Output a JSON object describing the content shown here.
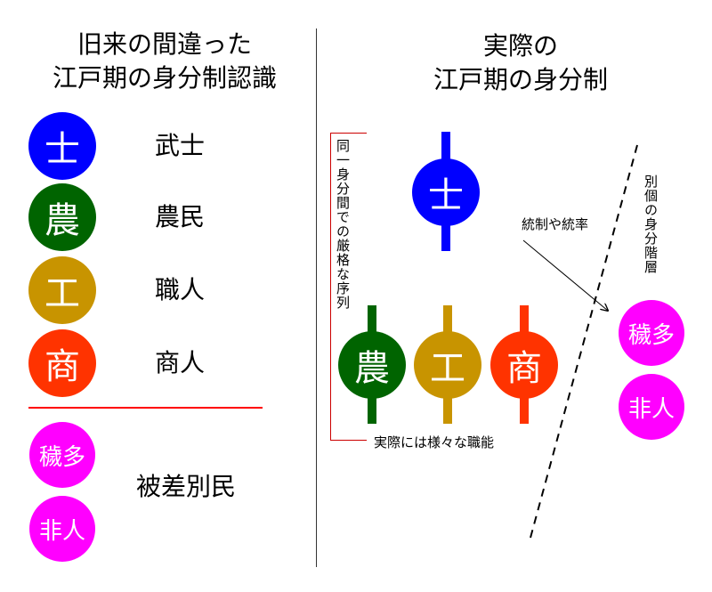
{
  "left": {
    "title_line1": "旧来の間違った",
    "title_line2": "江戸期の身分制認識",
    "classes": [
      {
        "symbol": "士",
        "label": "武士",
        "color": "#0000ff"
      },
      {
        "symbol": "農",
        "label": "農民",
        "color": "#006400"
      },
      {
        "symbol": "工",
        "label": "職人",
        "color": "#c89400"
      },
      {
        "symbol": "商",
        "label": "商人",
        "color": "#ff3300"
      }
    ],
    "outcasts": [
      {
        "symbol": "穢多",
        "color": "#ff00ff"
      },
      {
        "symbol": "非人",
        "color": "#ff00ff"
      }
    ],
    "outcast_label": "被差別民"
  },
  "right": {
    "title_line1": "実際の",
    "title_line2": "江戸期の身分制",
    "samurai": {
      "symbol": "士",
      "color": "#0000ff"
    },
    "commoners": [
      {
        "symbol": "農",
        "color": "#006400"
      },
      {
        "symbol": "工",
        "color": "#c89400"
      },
      {
        "symbol": "商",
        "color": "#ff3300"
      }
    ],
    "bracket_note": "同一身分間での厳格な序列",
    "arrow_label": "統制や統率",
    "separate_label": "別個の身分階層",
    "occupation_note": "実際には様々な職能",
    "outcasts": [
      {
        "symbol": "穢多",
        "color": "#ff00ff"
      },
      {
        "symbol": "非人",
        "color": "#ff00ff"
      }
    ]
  },
  "colors": {
    "divider": "#333333",
    "red_line": "#ff0000",
    "bracket": "#cc0000"
  }
}
